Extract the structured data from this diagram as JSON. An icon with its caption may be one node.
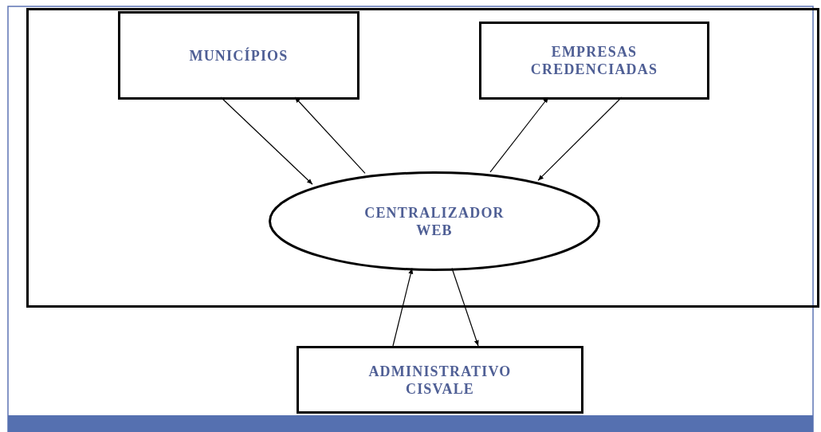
{
  "diagram": {
    "nodes": [
      {
        "text": [],
        "shape": "box"
      },
      {
        "text": [
          "MUNICÍPIOS"
        ],
        "in": 0
      },
      {
        "text": [
          "EMPRESAS CREDENCIADAS"
        ],
        "in": 0
      },
      {
        "text": [
          "CENTRALIZADOR WEB"
        ],
        "in": 0
      },
      {
        "text": [
          "ADMINISTRATIVO CISVALE"
        ]
      }
    ],
    "edges": [
      {
        "from": 1,
        "to": 3,
        "arrow": "to"
      },
      {
        "from": 3,
        "to": 1,
        "arrow": "to"
      },
      {
        "from": 3,
        "to": 2,
        "arrow": "to"
      },
      {
        "from": 2,
        "to": 3,
        "arrow": "to"
      },
      {
        "from": 4,
        "to": 3,
        "arrow": "to"
      },
      {
        "from": 3,
        "to": 4,
        "arrow": "to"
      }
    ]
  }
}
